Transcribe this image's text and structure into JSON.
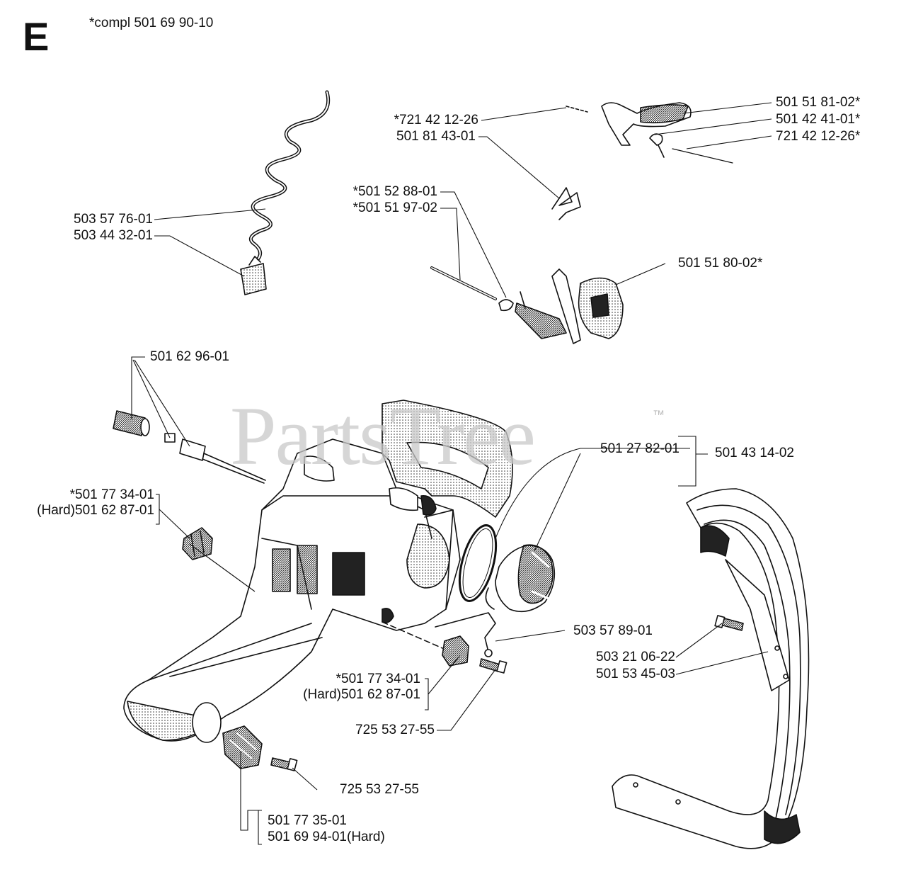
{
  "section": "E",
  "compl_note": "*compl 501 69 90-10",
  "watermark": "PartsTree",
  "trademark": "™",
  "labels": {
    "l01": "501 51 81-02*",
    "l02": "501 42 41-01*",
    "l03": "721 42 12-26*",
    "l04": "*721 42 12-26",
    "l05": "501 81 43-01",
    "l06": "503 57 76-01",
    "l07": "503 44 32-01",
    "l08": "*501 52 88-01",
    "l09": "*501 51 97-02",
    "l10": "501 51 80-02*",
    "l11": "501 62 96-01",
    "l12": "501 27 82-01",
    "l13": "501 43 14-02",
    "l14": "*501 77 34-01",
    "l15": "(Hard)501 62 87-01",
    "l16": "503 57 89-01",
    "l17": "503 21 06-22",
    "l18": "501 53 45-03",
    "l19": "*501 77 34-01",
    "l20": "(Hard)501 62 87-01",
    "l21": "725 53 27-55",
    "l22": "725 53 27-55",
    "l23": "501 77 35-01",
    "l24": "501 69 94-01(Hard)"
  }
}
